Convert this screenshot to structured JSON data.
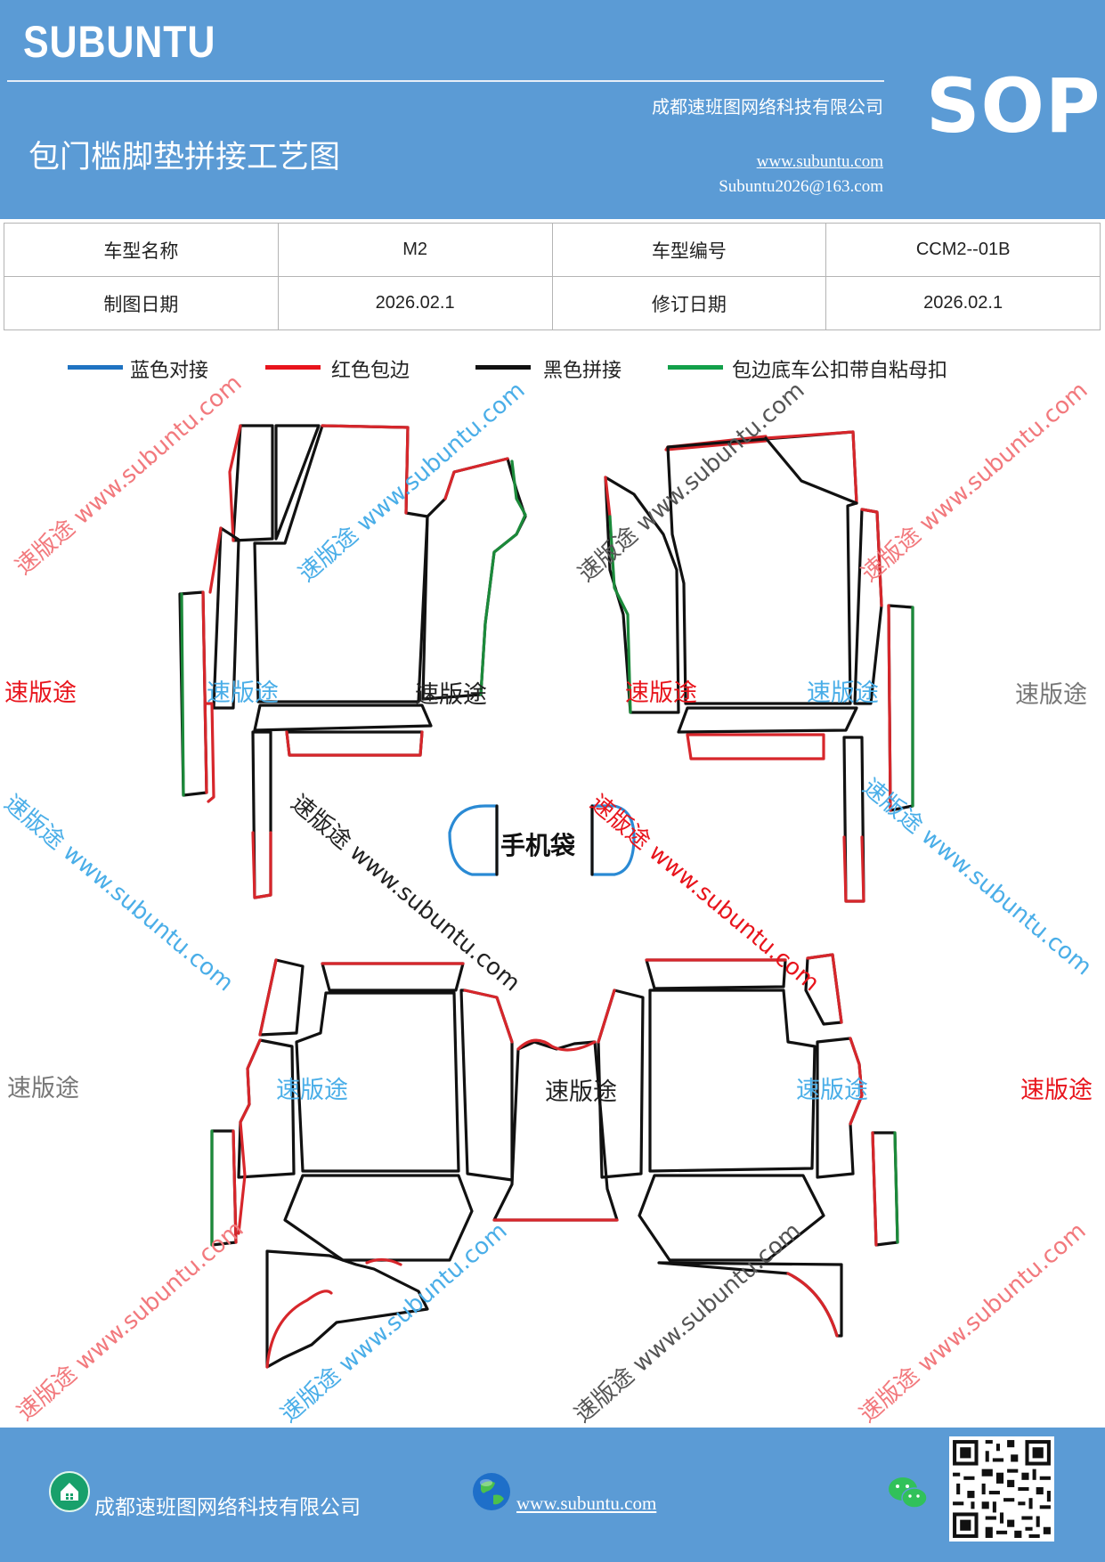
{
  "header": {
    "brand": "SUBUNTU",
    "company": "成都速班图网络科技有限公司",
    "doc_title": "包门槛脚垫拼接工艺图",
    "website": "www.subuntu.com",
    "email": "Subuntu2026@163.com",
    "badge": "SOP"
  },
  "info_table": {
    "rows": [
      {
        "label1": "车型名称",
        "value1": "M2",
        "label2": "车型编号",
        "value2": "CCM2--01B"
      },
      {
        "label1": "制图日期",
        "value1": "2026.02.1",
        "label2": "修订日期",
        "value2": "2026.02.1"
      }
    ]
  },
  "legend": [
    {
      "label": "蓝色对接",
      "color": "#1f73c2"
    },
    {
      "label": "红色包边",
      "color": "#e8141c"
    },
    {
      "label": "黑色拼接",
      "color": "#111111"
    },
    {
      "label": "包边底车公扣带自粘母扣",
      "color": "#12a04a"
    }
  ],
  "diagram": {
    "phone_bag_label": "手机袋",
    "watermark_text": "速版途 www.subuntu.com",
    "watermark_short": "速版途"
  },
  "colors": {
    "header_blue": "#5b9bd5",
    "edge_red": "#d7262b",
    "edge_green": "#1b8a3a",
    "edge_blue": "#2a8ad4",
    "edge_black": "#111111"
  },
  "footer": {
    "company": "成都速班图网络科技有限公司",
    "website": "www.subuntu.com",
    "icons": [
      "home-badge-icon",
      "globe-icon",
      "wechat-icon",
      "qr-code"
    ]
  }
}
